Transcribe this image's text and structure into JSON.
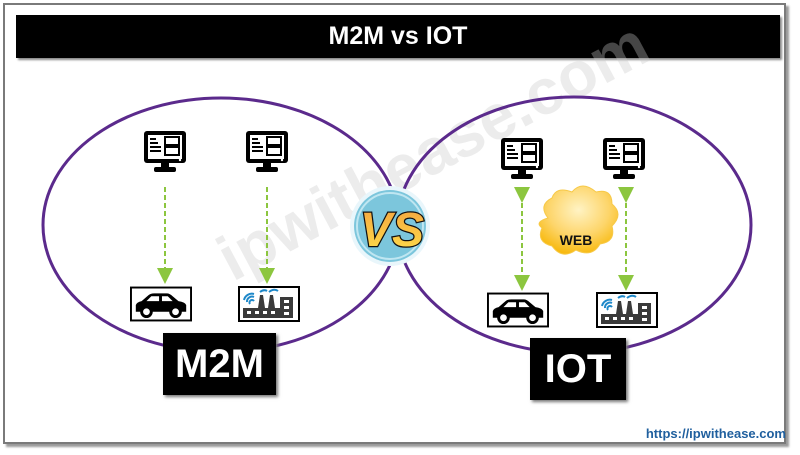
{
  "title": "M2M vs IOT",
  "watermark": "ipwithease.com",
  "left_panel": {
    "label": "M2M",
    "devices_top": [
      "monitor",
      "monitor"
    ],
    "devices_bottom": [
      "car",
      "factory"
    ],
    "connection": "one-way dashed arrow (monitor to device)"
  },
  "right_panel": {
    "label": "IOT",
    "cloud_label": "WEB",
    "devices_top": [
      "monitor",
      "monitor"
    ],
    "devices_bottom": [
      "car",
      "factory"
    ],
    "connection": "two-way dashed arrow via web"
  },
  "vs_badge": "VS",
  "footer_url": "https://ipwithease.com",
  "colors": {
    "ellipse": "#5b2a8c",
    "arrow": "#8cc63f",
    "cloud": "#fbc02d",
    "badge_ring": "#7cc6dc",
    "url": "#1f5f9e",
    "factory_wifi": "#1e88c9"
  }
}
